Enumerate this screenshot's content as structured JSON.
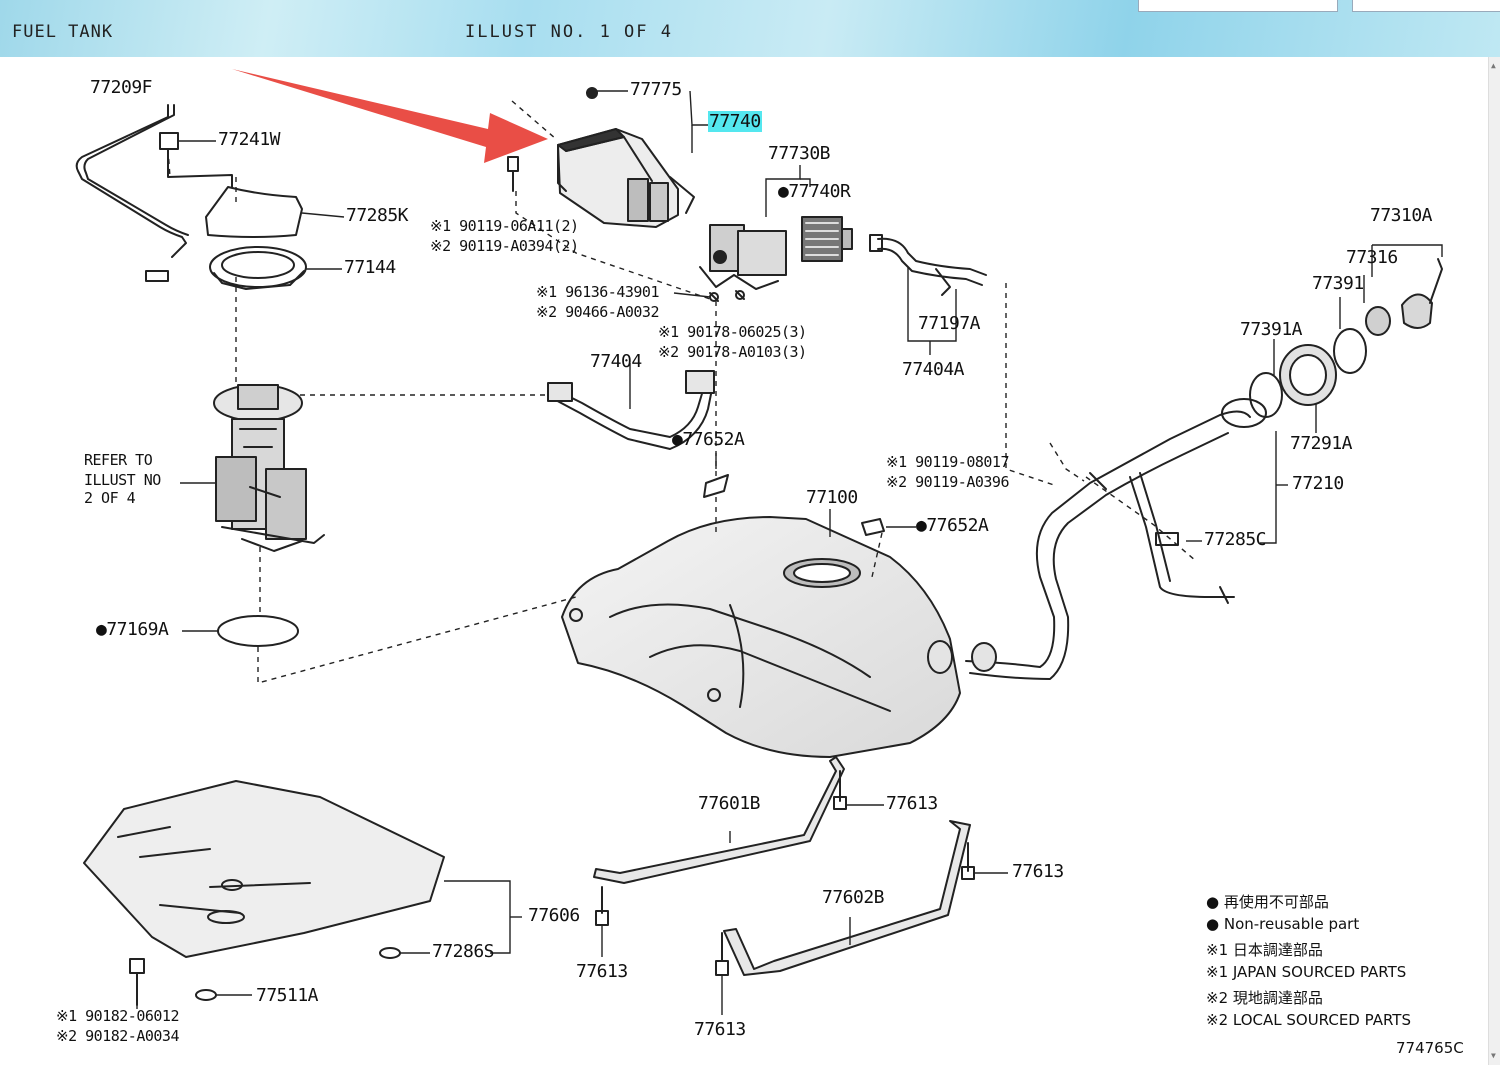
{
  "window": {
    "section_title": "FUEL TANK",
    "illust_number": "ILLUST NO. 1 OF 4"
  },
  "diagram": {
    "refer_note": [
      "REFER TO",
      "ILLUST NO",
      "2 OF 4"
    ],
    "highlighted_part": "77740",
    "part_labels": {
      "p77209F": "77209F",
      "p77241W": "77241W",
      "p77285K": "77285K",
      "p77144": "77144",
      "p77775": "77775",
      "p77740": "77740",
      "p77730B": "77730B",
      "p77740R": "●77740R",
      "s90119a": "※1 90119-06A11(2)",
      "s90119b": "※2 90119-A0394(2)",
      "s96136": "※1 96136-43901",
      "s90466": "※2 90466-A0032",
      "s90178a": "※1 90178-06025(3)",
      "s90178b": "※2 90178-A0103(3)",
      "p77404": "77404",
      "p77197A": "77197A",
      "p77404A": "77404A",
      "p77652A_1": "●77652A",
      "p77652A_2": "●77652A",
      "p77100": "77100",
      "s90119c": "※1 90119-08017",
      "s90119d": "※2 90119-A0396",
      "p77310A": "77310A",
      "p77316": "77316",
      "p77391": "77391",
      "p77391A": "77391A",
      "p77291A": "77291A",
      "p77210": "77210",
      "p77285C": "77285C",
      "p77169A": "●77169A",
      "p77601B": "77601B",
      "p77613_1": "77613",
      "p77613_2": "77613",
      "p77613_3": "77613",
      "p77613_4": "77613",
      "p77602B": "77602B",
      "p77606": "77606",
      "p77286S": "77286S",
      "p77511A": "77511A",
      "s90182a": "※1 90182-06012",
      "s90182b": "※2 90182-A0034"
    },
    "legend": [
      "● 再使用不可部品",
      "● Non-reusable part",
      "※1  日本調達部品",
      "※1  JAPAN SOURCED PARTS",
      "※2  現地調達部品",
      "※2  LOCAL SOURCED PARTS"
    ],
    "drawing_id": "774765C"
  },
  "colors": {
    "highlight": "#54e7ef",
    "arrow": "#e8453c",
    "ink": "#222222"
  }
}
